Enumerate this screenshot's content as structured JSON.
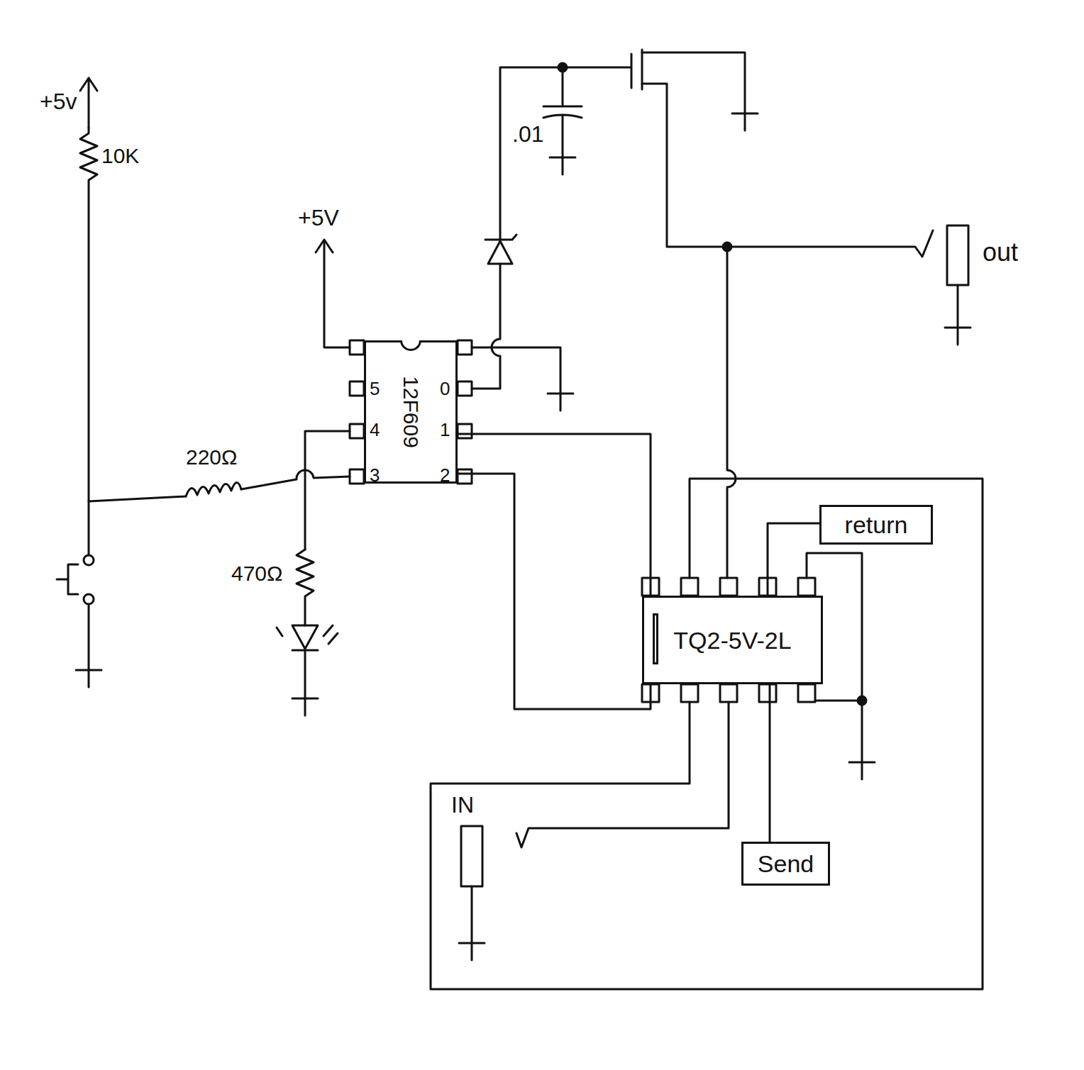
{
  "diagram": {
    "nodes": [
      {
        "text": [
          "12F609"
        ]
      },
      {
        "text": [
          "TQ2-5V-2L"
        ]
      },
      {
        "text": [
          "return"
        ]
      },
      {
        "text": [
          "Send"
        ]
      }
    ],
    "edges": [
      {
        "from": 0,
        "to": 1,
        "arrow": "none"
      },
      {
        "from": 0,
        "to": 1,
        "arrow": "none"
      },
      {
        "from": 1,
        "to": 2,
        "arrow": "none"
      },
      {
        "from": 1,
        "to": 3,
        "arrow": "none"
      }
    ],
    "labels": [
      "+5v",
      "10K",
      "220Ω",
      "470Ω",
      "+5V",
      "5",
      "4",
      "3",
      "0",
      "1",
      "2",
      ".01",
      "out",
      "IN"
    ]
  }
}
